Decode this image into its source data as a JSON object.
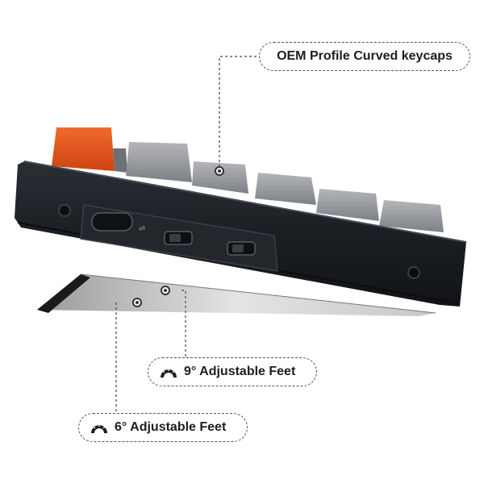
{
  "callouts": {
    "keycaps": {
      "label": "OEM Profile Curved keycaps",
      "icon": ""
    },
    "feet_9": {
      "label": "9° Adjustable Feet",
      "icon": "protractor-icon"
    },
    "feet_6": {
      "label": "6° Adjustable Feet",
      "icon": "protractor-icon"
    }
  },
  "colors": {
    "body": "#1c1f24",
    "body_edge": "#2e3238",
    "keycap_grey": "#8f9297",
    "keycap_orange": "#e5541c",
    "port_panel": "#2a2d32",
    "feet_light": "#d8d8d8"
  }
}
